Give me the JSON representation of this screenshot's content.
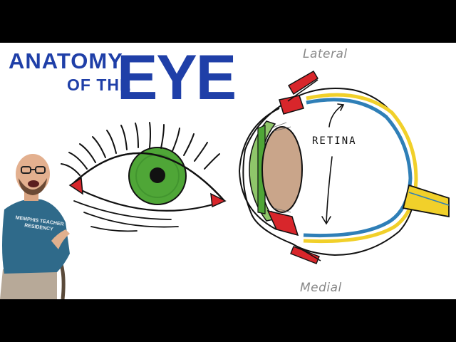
{
  "title": {
    "line1": "ANATOMY",
    "line2": "OF THE",
    "big": "EYE"
  },
  "labels": {
    "lateral": "Lateral",
    "medial": "Medial",
    "retina": "RETINA"
  },
  "presenter": {
    "shirt_text_line1": "MEMPHIS TEACHER",
    "shirt_text_line2": "RESIDENCY"
  },
  "colors": {
    "title_blue": "#1f3fa8",
    "iris_green": "#4fa637",
    "lens_tan": "#c9a58a",
    "muscle_red": "#d8262b",
    "retina_blue": "#2f7fb7",
    "nerve_yellow": "#f1d02a",
    "shirt_blue": "#2f6a8a"
  }
}
